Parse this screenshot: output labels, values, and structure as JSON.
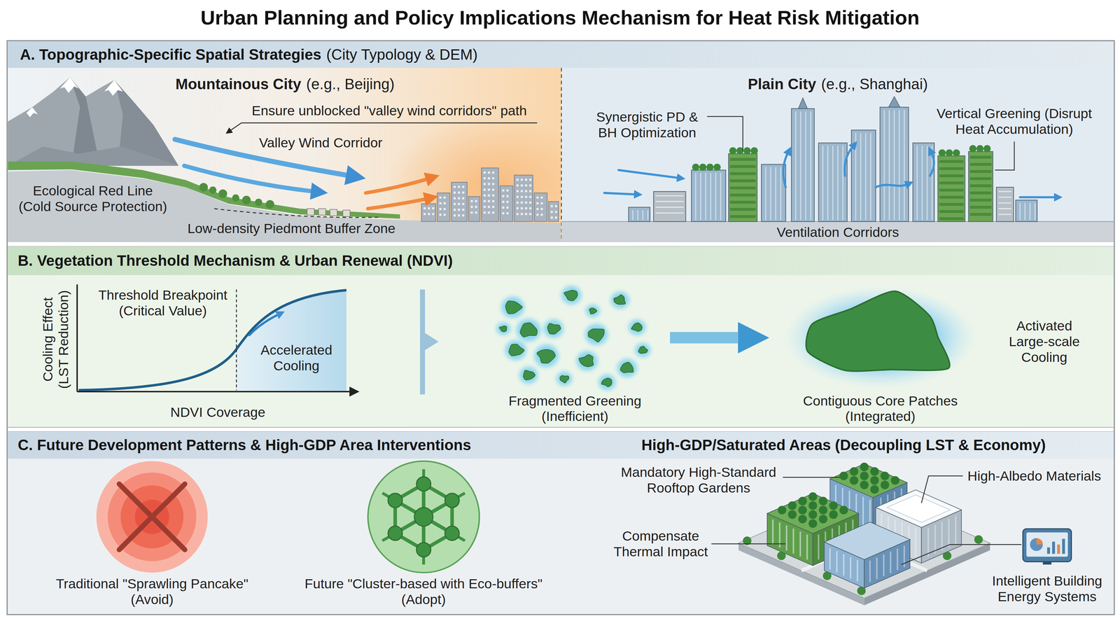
{
  "diagram": {
    "title": "Urban Planning and Policy Implications Mechanism for Heat Risk Mitigation",
    "nodes": [
      {
        "text": [
          "A. Topographic-Specific Spatial Strategies",
          "(City Typology & DEM)"
        ]
      },
      {
        "text": [
          "B. Vegetation Threshold Mechanism & Urban Renewal (NDVI)"
        ]
      },
      {
        "text": [
          "Fragmented Greening (Inefficient)"
        ],
        "in": 1
      },
      {
        "text": [
          "Contiguous Core Patches (Integrated)"
        ],
        "in": 1
      },
      {
        "text": [
          "C. Future Development Patterns & High-GDP Area Interventions",
          "High-GDP/Saturated Areas (Decoupling LST & Economy)"
        ]
      },
      {
        "text": [
          "Traditional \"Sprawling Pancake\" (Avoid)"
        ],
        "in": 4
      },
      {
        "text": [
          "Future \"Cluster-based with Eco-buffers\" (Adopt)"
        ],
        "in": 4
      }
    ],
    "edges": [
      {
        "from": 2,
        "to": 3,
        "arrow": "to"
      }
    ],
    "labels": [
      "Mountainous City",
      "(e.g., Beijing)",
      "Ensure unblocked \"valley wind corridors\" path",
      "Valley Wind Corridor",
      "Ecological Red Line (Cold Source Protection)",
      "Low-density Piedmont Buffer Zone",
      "Plain City",
      "(e.g., Shanghai)",
      "Synergistic PD & BH Optimization",
      "Vertical Greening (Disrupt Heat Accumulation)",
      "Ventilation Corridors",
      "Threshold Breakpoint (Critical Value)",
      "Cooling Effect (LST Reduction)",
      "Accelerated Cooling",
      "NDVI Coverage",
      "Activated Large-scale Cooling",
      "Mandatory High-Standard Rooftop Gardens",
      "High-Albedo Materials",
      "Compensate Thermal Impact",
      "Intelligent Building Energy Systems"
    ]
  }
}
